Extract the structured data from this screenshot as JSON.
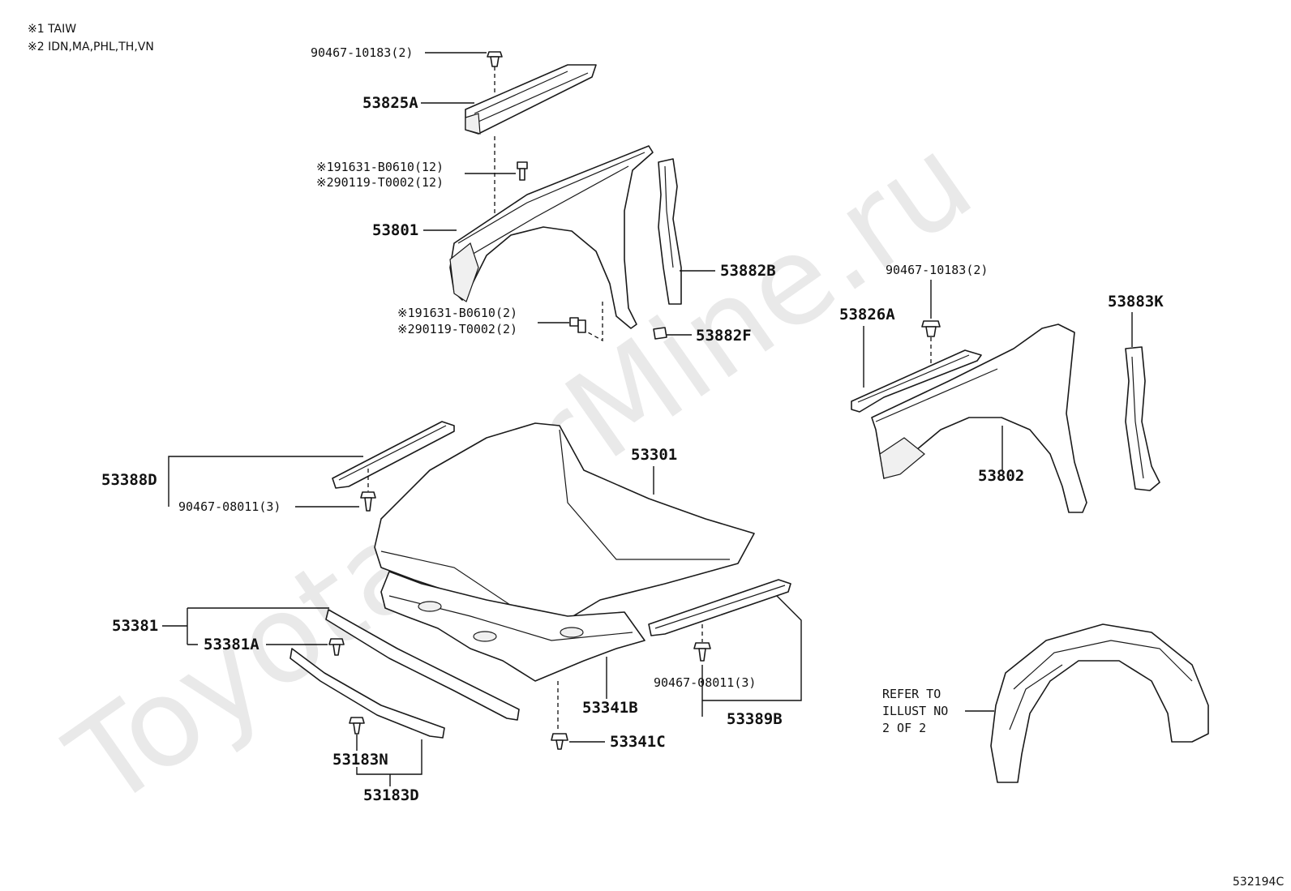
{
  "notes": {
    "note1": "※1 TAIW",
    "note2": "※2 IDN,MA,PHL,TH,VN"
  },
  "watermark": "ToyotaCarMine.ru",
  "figure_code": "532194C",
  "refer_note": {
    "line1": "REFER TO",
    "line2": "ILLUST NO",
    "line3": "2 OF 2"
  },
  "labels": {
    "clip_53825": "90467-10183(2)",
    "p53825A": "53825A",
    "bolt1_a": "※191631-B0610(12)",
    "bolt1_b": "※290119-T0002(12)",
    "p53801": "53801",
    "p53882B": "53882B",
    "bolt2_a": "※191631-B0610(2)",
    "bolt2_b": "※290119-T0002(2)",
    "p53882F": "53882F",
    "clip_53826": "90467-10183(2)",
    "p53826A": "53826A",
    "p53883K": "53883K",
    "p53802": "53802",
    "p53301": "53301",
    "p53388D": "53388D",
    "clip_53388": "90467-08011(3)",
    "p53381": "53381",
    "p53381A": "53381A",
    "p53341B": "53341B",
    "p53341C": "53341C",
    "clip_53389": "90467-08011(3)",
    "p53389B": "53389B",
    "p53183N": "53183N",
    "p53183D": "53183D"
  }
}
